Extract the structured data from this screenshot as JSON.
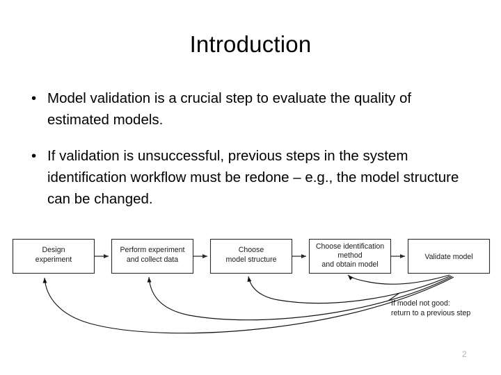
{
  "slide": {
    "title": "Introduction",
    "page_number": "2",
    "background_color": "#ffffff",
    "text_color": "#000000"
  },
  "bullets": [
    {
      "marker": "•",
      "text": "Model validation is a crucial step to evaluate the quality of estimated models."
    },
    {
      "marker": "•",
      "text": "If validation is unsuccessful, previous steps in the system identification workflow must be redone – e.g., the model structure can be changed."
    }
  ],
  "diagram": {
    "title": "system identification workflow",
    "boxes": [
      {
        "id": "design-experiment",
        "lines": [
          "Design",
          "experiment"
        ]
      },
      {
        "id": "perform-experiment",
        "lines": [
          "Perform experiment",
          "and collect data"
        ]
      },
      {
        "id": "choose-model-structure",
        "lines": [
          "Choose",
          "model structure"
        ]
      },
      {
        "id": "choose-identification-method",
        "lines": [
          "Choose identification",
          "method",
          "and obtain model"
        ]
      },
      {
        "id": "validate-model",
        "lines": [
          "Validate model"
        ]
      }
    ],
    "annotation": {
      "lines": [
        "If model not good:",
        "return to a previous step"
      ]
    },
    "line_color": "#2b2b2b"
  }
}
